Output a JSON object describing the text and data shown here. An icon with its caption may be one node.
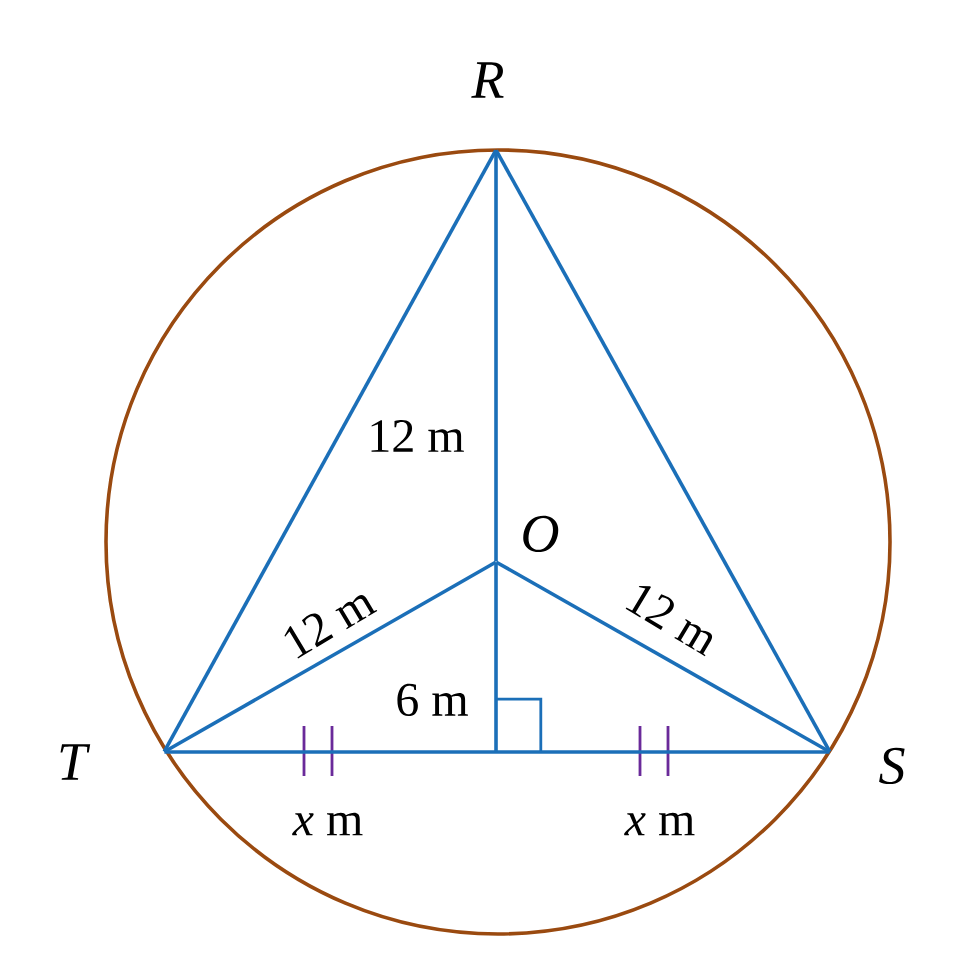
{
  "diagram": {
    "nodes": [
      {
        "text": [
          "R"
        ]
      },
      {
        "text": [
          "O"
        ]
      },
      {
        "text": [
          "T"
        ]
      },
      {
        "text": [
          "S"
        ]
      },
      {
        "text": [],
        "shape": "box"
      }
    ],
    "edges": [
      {
        "from": 0,
        "to": 2,
        "arrow": "none"
      },
      {
        "from": 0,
        "to": 3,
        "arrow": "none"
      },
      {
        "from": 2,
        "to": 3,
        "arrow": "none"
      },
      {
        "from": 0,
        "to": 1,
        "arrow": "none",
        "label": "12 m"
      },
      {
        "from": 1,
        "to": 2,
        "arrow": "none",
        "label": "12 m"
      },
      {
        "from": 1,
        "to": 3,
        "arrow": "none",
        "label": "12 m"
      },
      {
        "from": 1,
        "to": 4,
        "arrow": "none",
        "label": "6 m"
      }
    ],
    "labels": [
      "*x* m",
      "*x* m"
    ]
  }
}
